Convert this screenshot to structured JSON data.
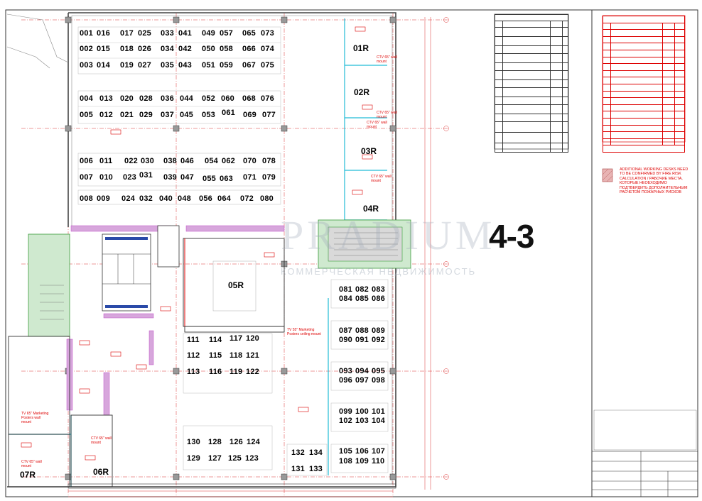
{
  "floor_label": "4-3",
  "watermark": {
    "brand": "PRADIUM",
    "subtitle": "КОММЕРЧЕСКАЯ НЕДВИЖИМОСТЬ"
  },
  "workstations_top": [
    [
      "001",
      "016",
      "017",
      "025",
      "033",
      "041",
      "049",
      "057",
      "065",
      "073"
    ],
    [
      "002",
      "015",
      "018",
      "026",
      "034",
      "042",
      "050",
      "058",
      "066",
      "074"
    ],
    [
      "003",
      "014",
      "019",
      "027",
      "035",
      "043",
      "051",
      "059",
      "067",
      "075"
    ],
    [
      "004",
      "013",
      "020",
      "028",
      "036",
      "044",
      "052",
      "060",
      "068",
      "076"
    ],
    [
      "005",
      "012",
      "021",
      "029",
      "037",
      "045",
      "053",
      "061",
      "069",
      "077"
    ],
    [
      "006",
      "011",
      "022",
      "030",
      "038",
      "046",
      "054",
      "062",
      "070",
      "078"
    ],
    [
      "007",
      "010",
      "023",
      "031",
      "039",
      "047",
      "055",
      "063",
      "071",
      "079"
    ],
    [
      "008",
      "009",
      "024",
      "032",
      "040",
      "048",
      "056",
      "064",
      "072",
      "080"
    ]
  ],
  "workstations_right": [
    [
      "081",
      "082",
      "083"
    ],
    [
      "084",
      "085",
      "086"
    ],
    [
      "087",
      "088",
      "089"
    ],
    [
      "090",
      "091",
      "092"
    ],
    [
      "093",
      "094",
      "095"
    ],
    [
      "096",
      "097",
      "098"
    ],
    [
      "099",
      "100",
      "101"
    ],
    [
      "102",
      "103",
      "104"
    ],
    [
      "105",
      "106",
      "107"
    ],
    [
      "108",
      "109",
      "110"
    ]
  ],
  "workstations_center": [
    [
      "111",
      "114",
      "117",
      "120"
    ],
    [
      "112",
      "115",
      "118",
      "121"
    ],
    [
      "113",
      "116",
      "119",
      "122"
    ]
  ],
  "workstations_bottom": [
    [
      "130",
      "128",
      "126",
      "124"
    ],
    [
      "129",
      "127",
      "125",
      "123"
    ]
  ],
  "workstations_corner": [
    [
      "132",
      "134"
    ],
    [
      "131",
      "133"
    ]
  ],
  "rooms": {
    "r01": "01R",
    "r02": "02R",
    "r03": "03R",
    "r04": "04R",
    "r05": "05R",
    "r06": "06R",
    "r07": "07R"
  },
  "notes": {
    "ctv1": "CTV 65\" wall mount",
    "ctv2": "CTV 65\" wall mount",
    "ctv3": "CTV 65\" wall mount",
    "ctv4": "CTV 65\" wall mount",
    "ctv5": "CTV 65\" wall mount",
    "ctv6": "CTV 65\" wall mount",
    "tv_marketing": "TV 55\" Marketing Posters ceiling mount",
    "tv_marketing2": "TV 65\" Marketing Posters wall mount",
    "additional_work": "ADDITIONAL WORKING DESKS NEED TO BE CONFIRMED BY FIRE RISK CALCULATION / РАБОЧИЕ МЕСТА, КОТОРЫЕ НЕОБХОДИМО ПОДТВЕРДИТЬ ДОПОЛНИТЕЛЬНЫМ РАСЧЕТОМ ПОЖАРНЫХ РИСКОВ"
  },
  "colors": {
    "red": "#dd1111",
    "green": "#3a9a3a",
    "cyan": "#22bcd6",
    "magenta": "#c050c8",
    "grid": "#cc3333"
  }
}
